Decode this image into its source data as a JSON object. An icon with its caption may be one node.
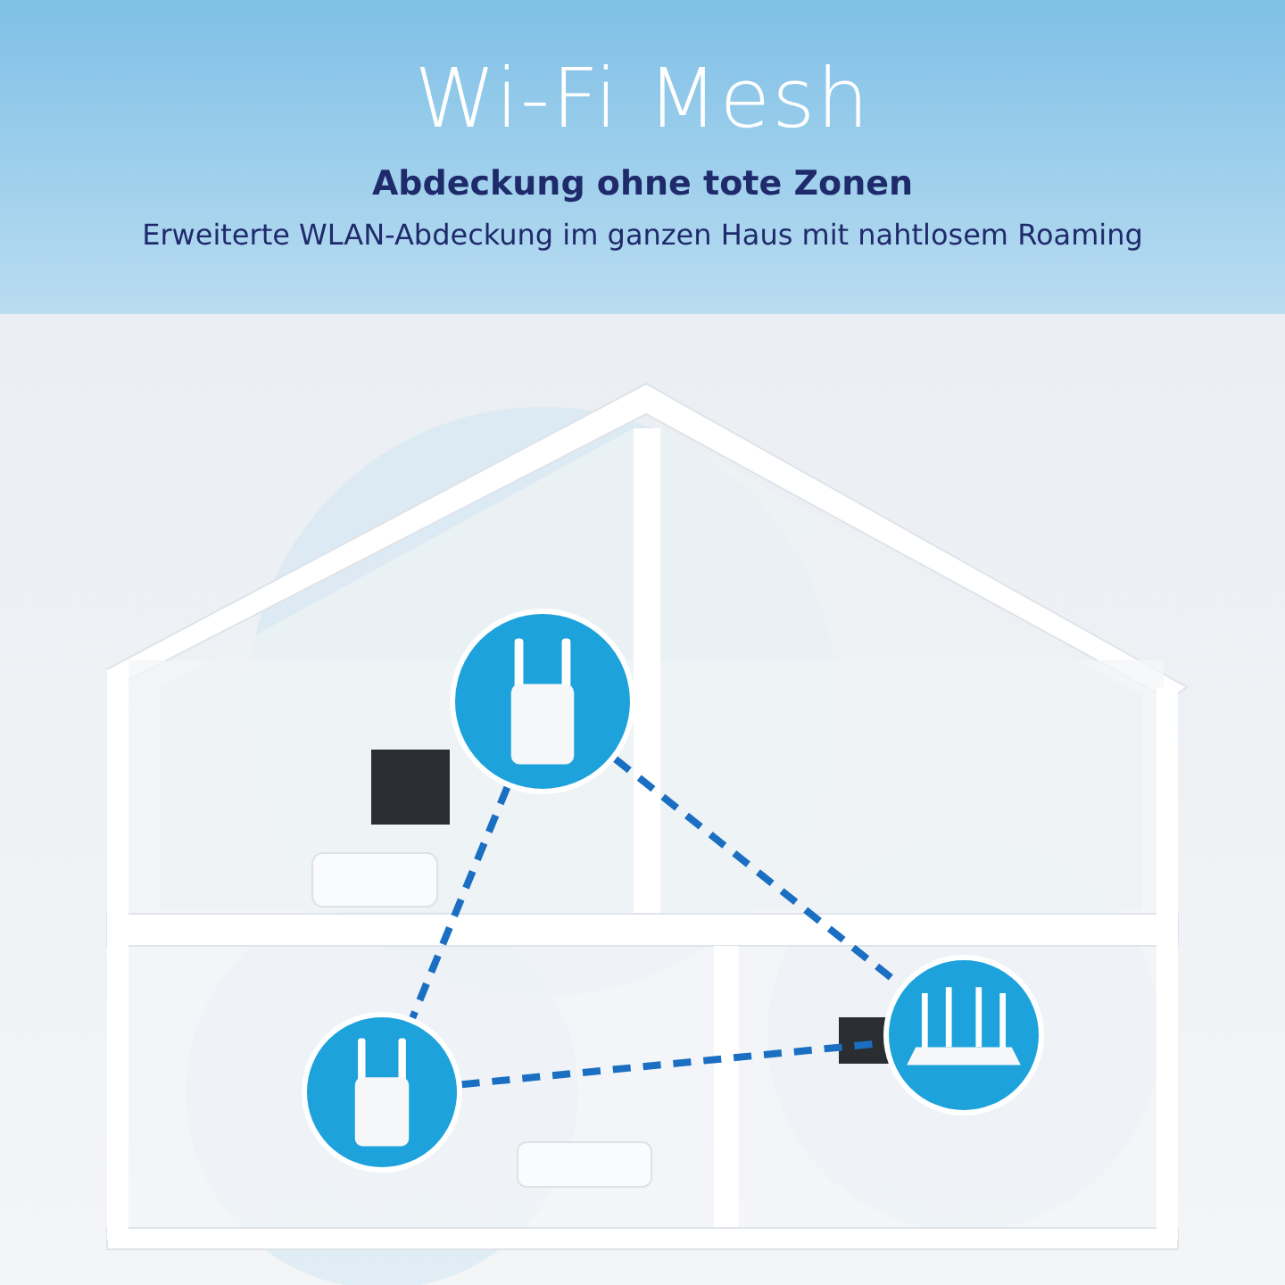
{
  "diagram": {
    "title": "Wi-Fi Mesh",
    "nodes": [
      {
        "text": [],
        "shape": "picture"
      },
      {
        "text": [],
        "shape": "picture"
      },
      {
        "text": [],
        "shape": "picture"
      }
    ],
    "edges": [
      {
        "from": 0,
        "to": 1,
        "arrow": "none",
        "style": "dashed"
      },
      {
        "from": 0,
        "to": 2,
        "arrow": "none",
        "style": "dashed"
      },
      {
        "from": 1,
        "to": 2,
        "arrow": "none",
        "style": "dashed"
      }
    ],
    "labels": [
      "Abdeckung ohne tote Zonen",
      "Erweiterte WLAN-Abdeckung im ganzen Haus mit nahtlosem Roaming"
    ]
  }
}
